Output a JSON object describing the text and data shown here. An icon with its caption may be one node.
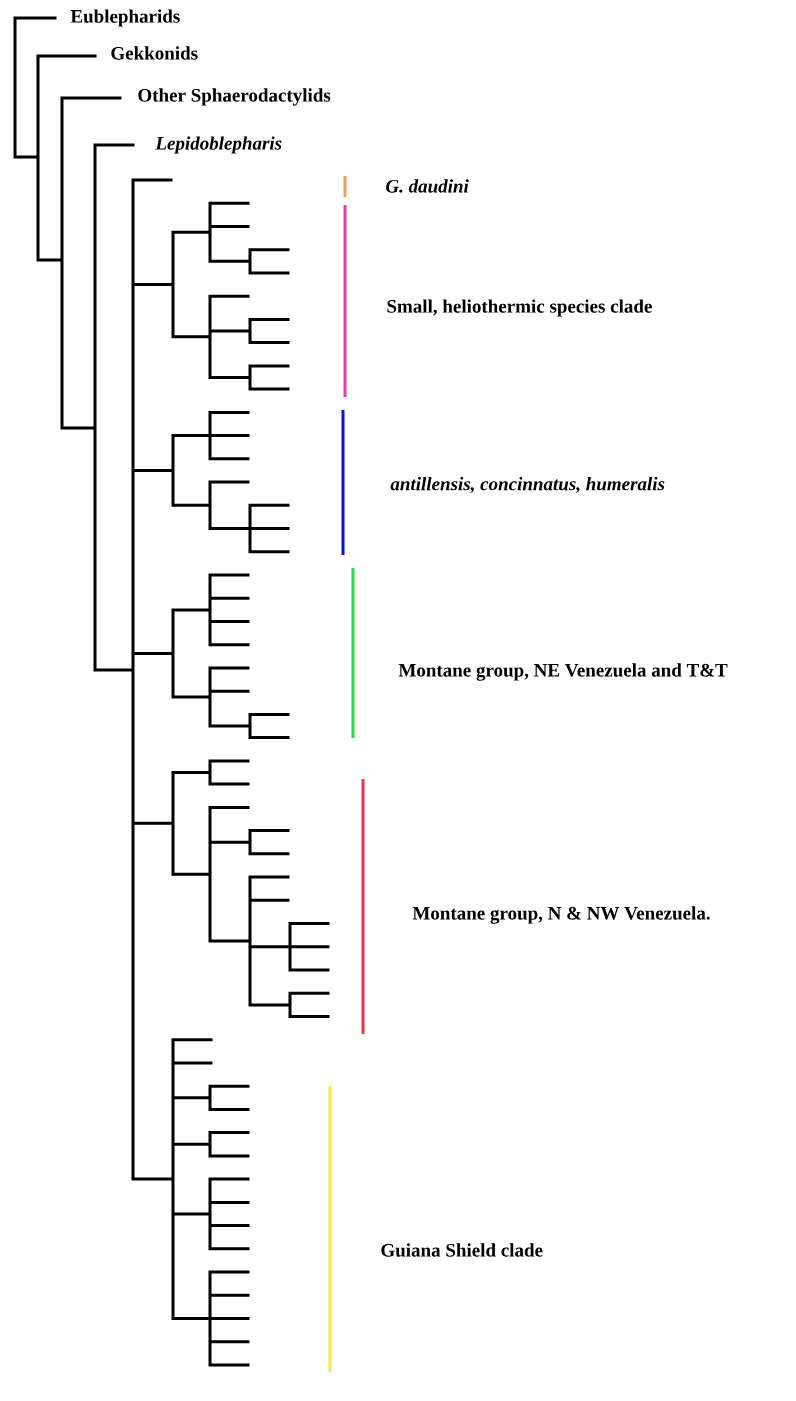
{
  "diagram": {
    "labels": [
      "Eublepharids",
      "Gekkonids",
      "Other Sphaerodactylids",
      "Lepidoblepharis",
      "G. daudini",
      "Small, heliothermic species clade",
      "antillensis, concinnatus, humeralis",
      "Montane group,  NE Venezuela and T&T",
      "Montane group,  N & NW Venezuela.",
      "Guiana Shield clade"
    ]
  }
}
